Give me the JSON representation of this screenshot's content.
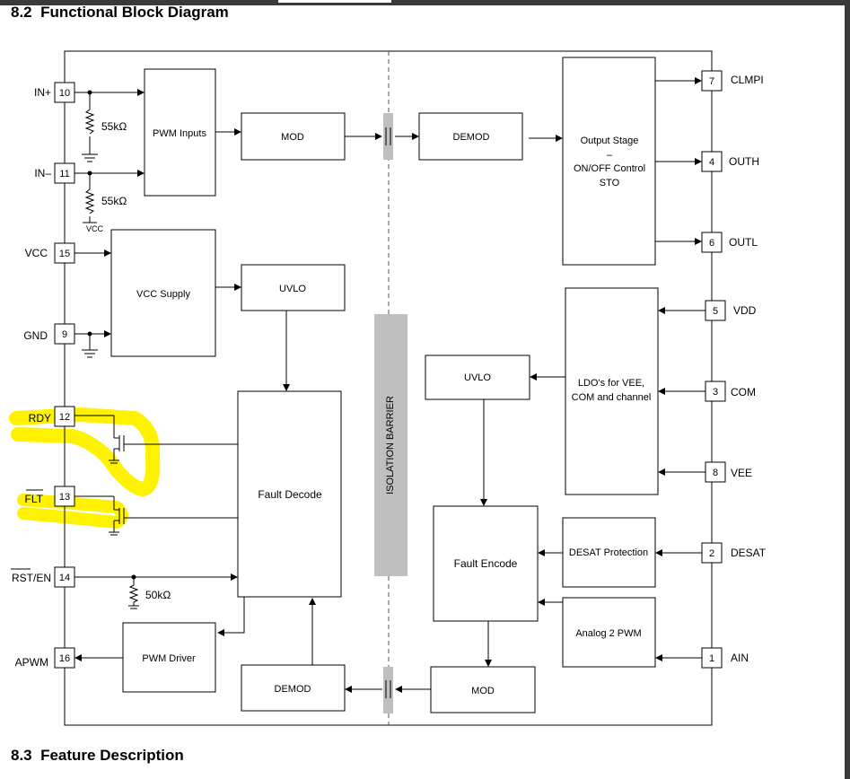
{
  "section_title": "8.2  Functional Block Diagram",
  "next_section_title": "8.3  Feature Description",
  "colors": {
    "highlight": "#fff200",
    "barrier": "#bfbfbf",
    "line": "#000000"
  },
  "pins": {
    "in_plus": {
      "label": "IN+",
      "number": "10"
    },
    "in_minus": {
      "label": "IN–",
      "number": "11"
    },
    "vcc": {
      "label": "VCC",
      "number": "15"
    },
    "gnd": {
      "label": "GND",
      "number": "9"
    },
    "rdy": {
      "label": "RDY",
      "number": "12"
    },
    "flt": {
      "label": "FLT",
      "number": "13"
    },
    "rst_en": {
      "label": "RST/EN",
      "number": "14"
    },
    "apwm": {
      "label": "APWM",
      "number": "16"
    },
    "clmpi": {
      "label": "CLMPI",
      "number": "7"
    },
    "outh": {
      "label": "OUTH",
      "number": "4"
    },
    "outl": {
      "label": "OUTL",
      "number": "6"
    },
    "vdd": {
      "label": "VDD",
      "number": "5"
    },
    "com": {
      "label": "COM",
      "number": "3"
    },
    "vee": {
      "label": "VEE",
      "number": "8"
    },
    "desat": {
      "label": "DESAT",
      "number": "2"
    },
    "ain": {
      "label": "AIN",
      "number": "1"
    }
  },
  "blocks": {
    "pwm_inputs": "PWM Inputs",
    "mod_top": "MOD",
    "demod_top": "DEMOD",
    "output_stage": [
      "Output Stage",
      "–",
      "ON/OFF Control",
      "STO"
    ],
    "vcc_supply": "VCC Supply",
    "uvlo_left": "UVLO",
    "uvlo_right": "UVLO",
    "ldo": [
      "LDO's for VEE,",
      "COM and channel"
    ],
    "fault_decode": "Fault Decode",
    "fault_encode": "Fault Encode",
    "desat_protection": "DESAT Protection",
    "analog_2_pwm": "Analog 2 PWM",
    "pwm_driver": "PWM Driver",
    "demod_bottom": "DEMOD",
    "mod_bottom": "MOD",
    "isolation_barrier": "ISOLATION BARRIER"
  },
  "components": {
    "r_in_plus": "55kΩ",
    "r_in_minus": "55kΩ",
    "r_in_minus_supply": "VCC",
    "r_rst": "50kΩ"
  }
}
